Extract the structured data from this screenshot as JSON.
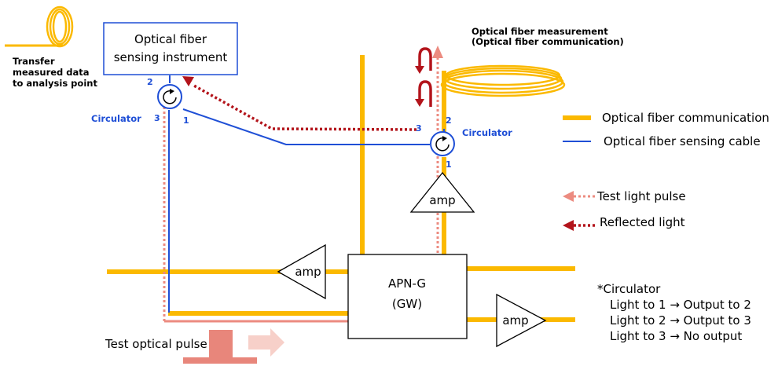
{
  "instrument": {
    "line1": "Optical fiber",
    "line2": "sensing instrument"
  },
  "transfer_note": {
    "line1": "Transfer",
    "line2": "measured data",
    "line3": "to analysis point"
  },
  "measurement_note": {
    "line1": "Optical fiber measurement",
    "line2": "(Optical fiber communication)"
  },
  "circulator_left": {
    "label": "Circulator",
    "port1": "1",
    "port2": "2",
    "port3": "3"
  },
  "circulator_right": {
    "label": "Circulator",
    "port1": "1",
    "port2": "2",
    "port3": "3"
  },
  "amps": {
    "upper": "amp",
    "middle": "amp",
    "lower": "amp"
  },
  "gateway": {
    "line1": "APN-G",
    "line2": "(GW)"
  },
  "legend": {
    "communication": "Optical fiber communication",
    "sensing_cable": "Optical fiber sensing cable",
    "test_pulse": "Test light pulse",
    "reflected": "Reflected light"
  },
  "circulator_note": {
    "title": "*Circulator",
    "rule1": "Light to 1 → Output to 2",
    "rule2": "Light to 2 → Output to 3",
    "rule3": "Light to 3 → No output"
  },
  "test_pulse_label": "Test optical pulse",
  "colors": {
    "communication": "#fbb900",
    "sensing": "#1f4fd6",
    "test_pulse": "#ec8b80",
    "reflected": "#b3141b",
    "pulse_block": "#e8867b"
  }
}
